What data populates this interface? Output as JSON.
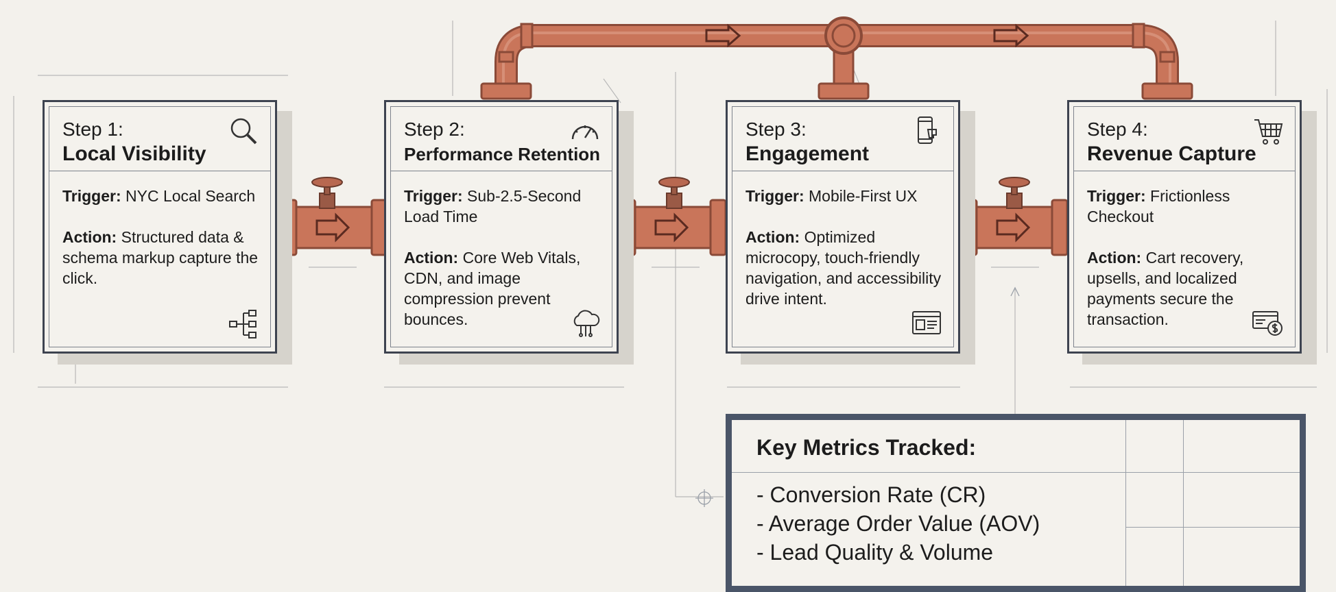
{
  "steps": [
    {
      "label": "Step 1:",
      "title": "Local Visibility",
      "trigger_label": "Trigger:",
      "trigger_text": "NYC Local Search",
      "action_label": "Action:",
      "action_text": "Structured data & schema markup capture the click.",
      "icon_top": "magnifier-icon",
      "icon_bottom": "sitemap-icon"
    },
    {
      "label": "Step 2:",
      "title": "Performance Retention",
      "trigger_label": "Trigger:",
      "trigger_text": "Sub-2.5-Second Load Time",
      "action_label": "Action:",
      "action_text": "Core Web Vitals, CDN, and image compression prevent bounces.",
      "icon_top": "speedometer-icon",
      "icon_bottom": "cloud-network-icon"
    },
    {
      "label": "Step 3:",
      "title": "Engagement",
      "trigger_label": "Trigger:",
      "trigger_text": "Mobile-First UX",
      "action_label": "Action:",
      "action_text": "Optimized microcopy, touch-friendly navigation, and accessibility drive intent.",
      "icon_top": "smartphone-touch-icon",
      "icon_bottom": "browser-window-icon"
    },
    {
      "label": "Step 4:",
      "title": "Revenue Capture",
      "trigger_label": "Trigger:",
      "trigger_text": "Frictionless Checkout",
      "action_label": "Action:",
      "action_text": "Cart recovery, upsells, and localized payments secure the transaction.",
      "icon_top": "shopping-cart-icon",
      "icon_bottom": "credit-card-dollar-icon"
    }
  ],
  "metrics": {
    "title": "Key Metrics Tracked:",
    "items": [
      "- Conversion Rate (CR)",
      "- Average Order Value (AOV)",
      "- Lead Quality & Volume"
    ]
  },
  "colors": {
    "background": "#f3f1ec",
    "pipe": "#c9755a",
    "pipe_dark": "#8a4a38",
    "card_border": "#3d4350",
    "metrics_border": "#4a5568",
    "valve": "#b86850"
  }
}
